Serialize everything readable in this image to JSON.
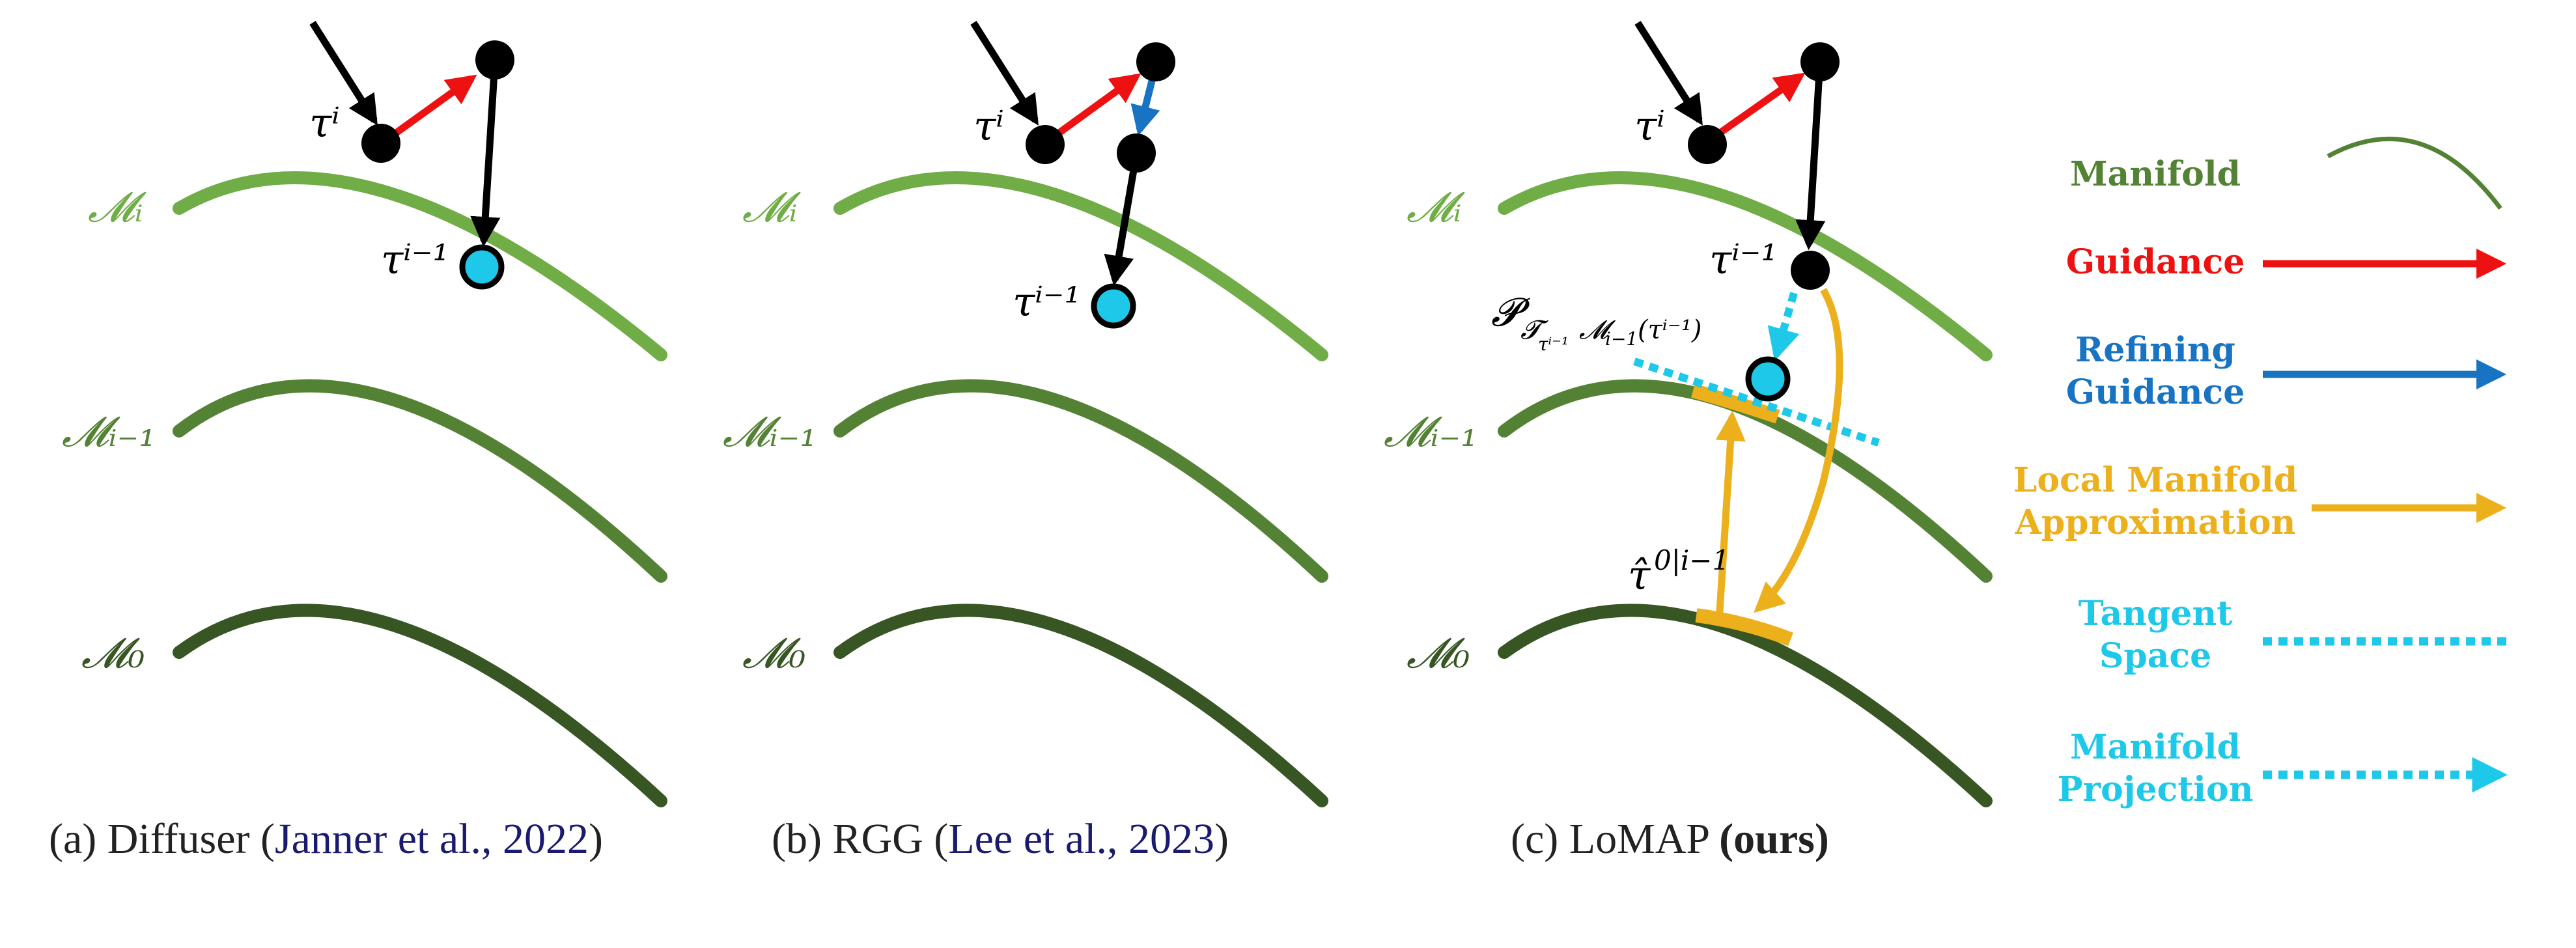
{
  "colors": {
    "manifold_top": "#70AD47",
    "manifold_mid": "#548235",
    "manifold_bottom": "#375623",
    "guidance": "#EE1111",
    "refining": "#1874C2",
    "local_approx": "#EBB01C",
    "tangent": "#1EC8E8",
    "point": "#000000",
    "citation": "#1A1A6E"
  },
  "panels": [
    {
      "id": "a",
      "labels": {
        "m_top": "𝓜ᵢ",
        "m_mid": "𝓜ᵢ₋₁",
        "m_bot": "𝓜₀",
        "tau_i": "τⁱ",
        "tau_im1": "τⁱ⁻¹"
      },
      "caption": {
        "prefix": "(a) Diffuser (",
        "cite": "Janner et al., 2022",
        "suffix": ")"
      }
    },
    {
      "id": "b",
      "labels": {
        "m_top": "𝓜ᵢ",
        "m_mid": "𝓜ᵢ₋₁",
        "m_bot": "𝓜₀",
        "tau_i": "τⁱ",
        "tau_im1": "τⁱ⁻¹"
      },
      "caption": {
        "prefix": "(b) RGG (",
        "cite": "Lee et al., 2023",
        "suffix": ")"
      }
    },
    {
      "id": "c",
      "labels": {
        "m_top": "𝓜ᵢ",
        "m_mid": "𝓜ᵢ₋₁",
        "m_bot": "𝓜₀",
        "tau_i": "τⁱ",
        "tau_im1": "τⁱ⁻¹",
        "projection": "𝓟",
        "projection_sub": "𝓣",
        "projection_subsub": "τⁱ⁻¹",
        "projection_m": "𝓜",
        "projection_m_sub": "i−1",
        "projection_arg": "(τⁱ⁻¹)",
        "tau_hat": "τ̂",
        "tau_hat_sup": "0|i−1"
      },
      "caption": {
        "prefix": "(c) LoMAP ",
        "bold": "(ours)"
      }
    }
  ],
  "legend": [
    {
      "key": "manifold",
      "lines": [
        "Manifold"
      ],
      "color": "#548235",
      "symbol": "curve"
    },
    {
      "key": "guidance",
      "lines": [
        "Guidance"
      ],
      "color": "#EE1111",
      "symbol": "arrow"
    },
    {
      "key": "refining",
      "lines": [
        "Refining",
        "Guidance"
      ],
      "color": "#1874C2",
      "symbol": "arrow"
    },
    {
      "key": "local",
      "lines": [
        "Local Manifold",
        "Approximation"
      ],
      "color": "#EBB01C",
      "symbol": "arrow"
    },
    {
      "key": "tangent",
      "lines": [
        "Tangent",
        "Space"
      ],
      "color": "#1EC8E8",
      "symbol": "dotted"
    },
    {
      "key": "projection",
      "lines": [
        "Manifold",
        "Projection"
      ],
      "color": "#1EC8E8",
      "symbol": "dotted-arrow"
    }
  ]
}
